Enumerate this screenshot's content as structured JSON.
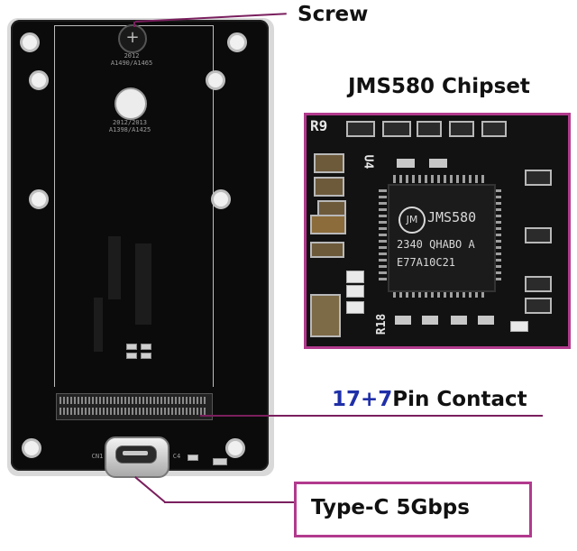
{
  "callouts": {
    "screw": "Screw",
    "chipset": "JMS580 Chipset",
    "pin_number": "17+7",
    "pin_text": "Pin Contact",
    "typec": "Type-C 5Gbps"
  },
  "board": {
    "silk_1": "2012",
    "silk_2": "A1490/A1465",
    "silk_3": "2012/2013",
    "silk_4": "A1398/A1425",
    "silk_cn": "CN1",
    "silk_c4": "C4"
  },
  "chip_photo": {
    "label_r9": "R9",
    "label_u4": "U4",
    "label_r18": "R18",
    "chip_brand": "JMS580",
    "chip_line2": "2340 QHABO A",
    "chip_line3": "E77A10C21",
    "logo": "JM"
  },
  "colors": {
    "accent": "#b23a8d",
    "pin_number": "#1f2fa8",
    "line": "#7a1f5e"
  }
}
